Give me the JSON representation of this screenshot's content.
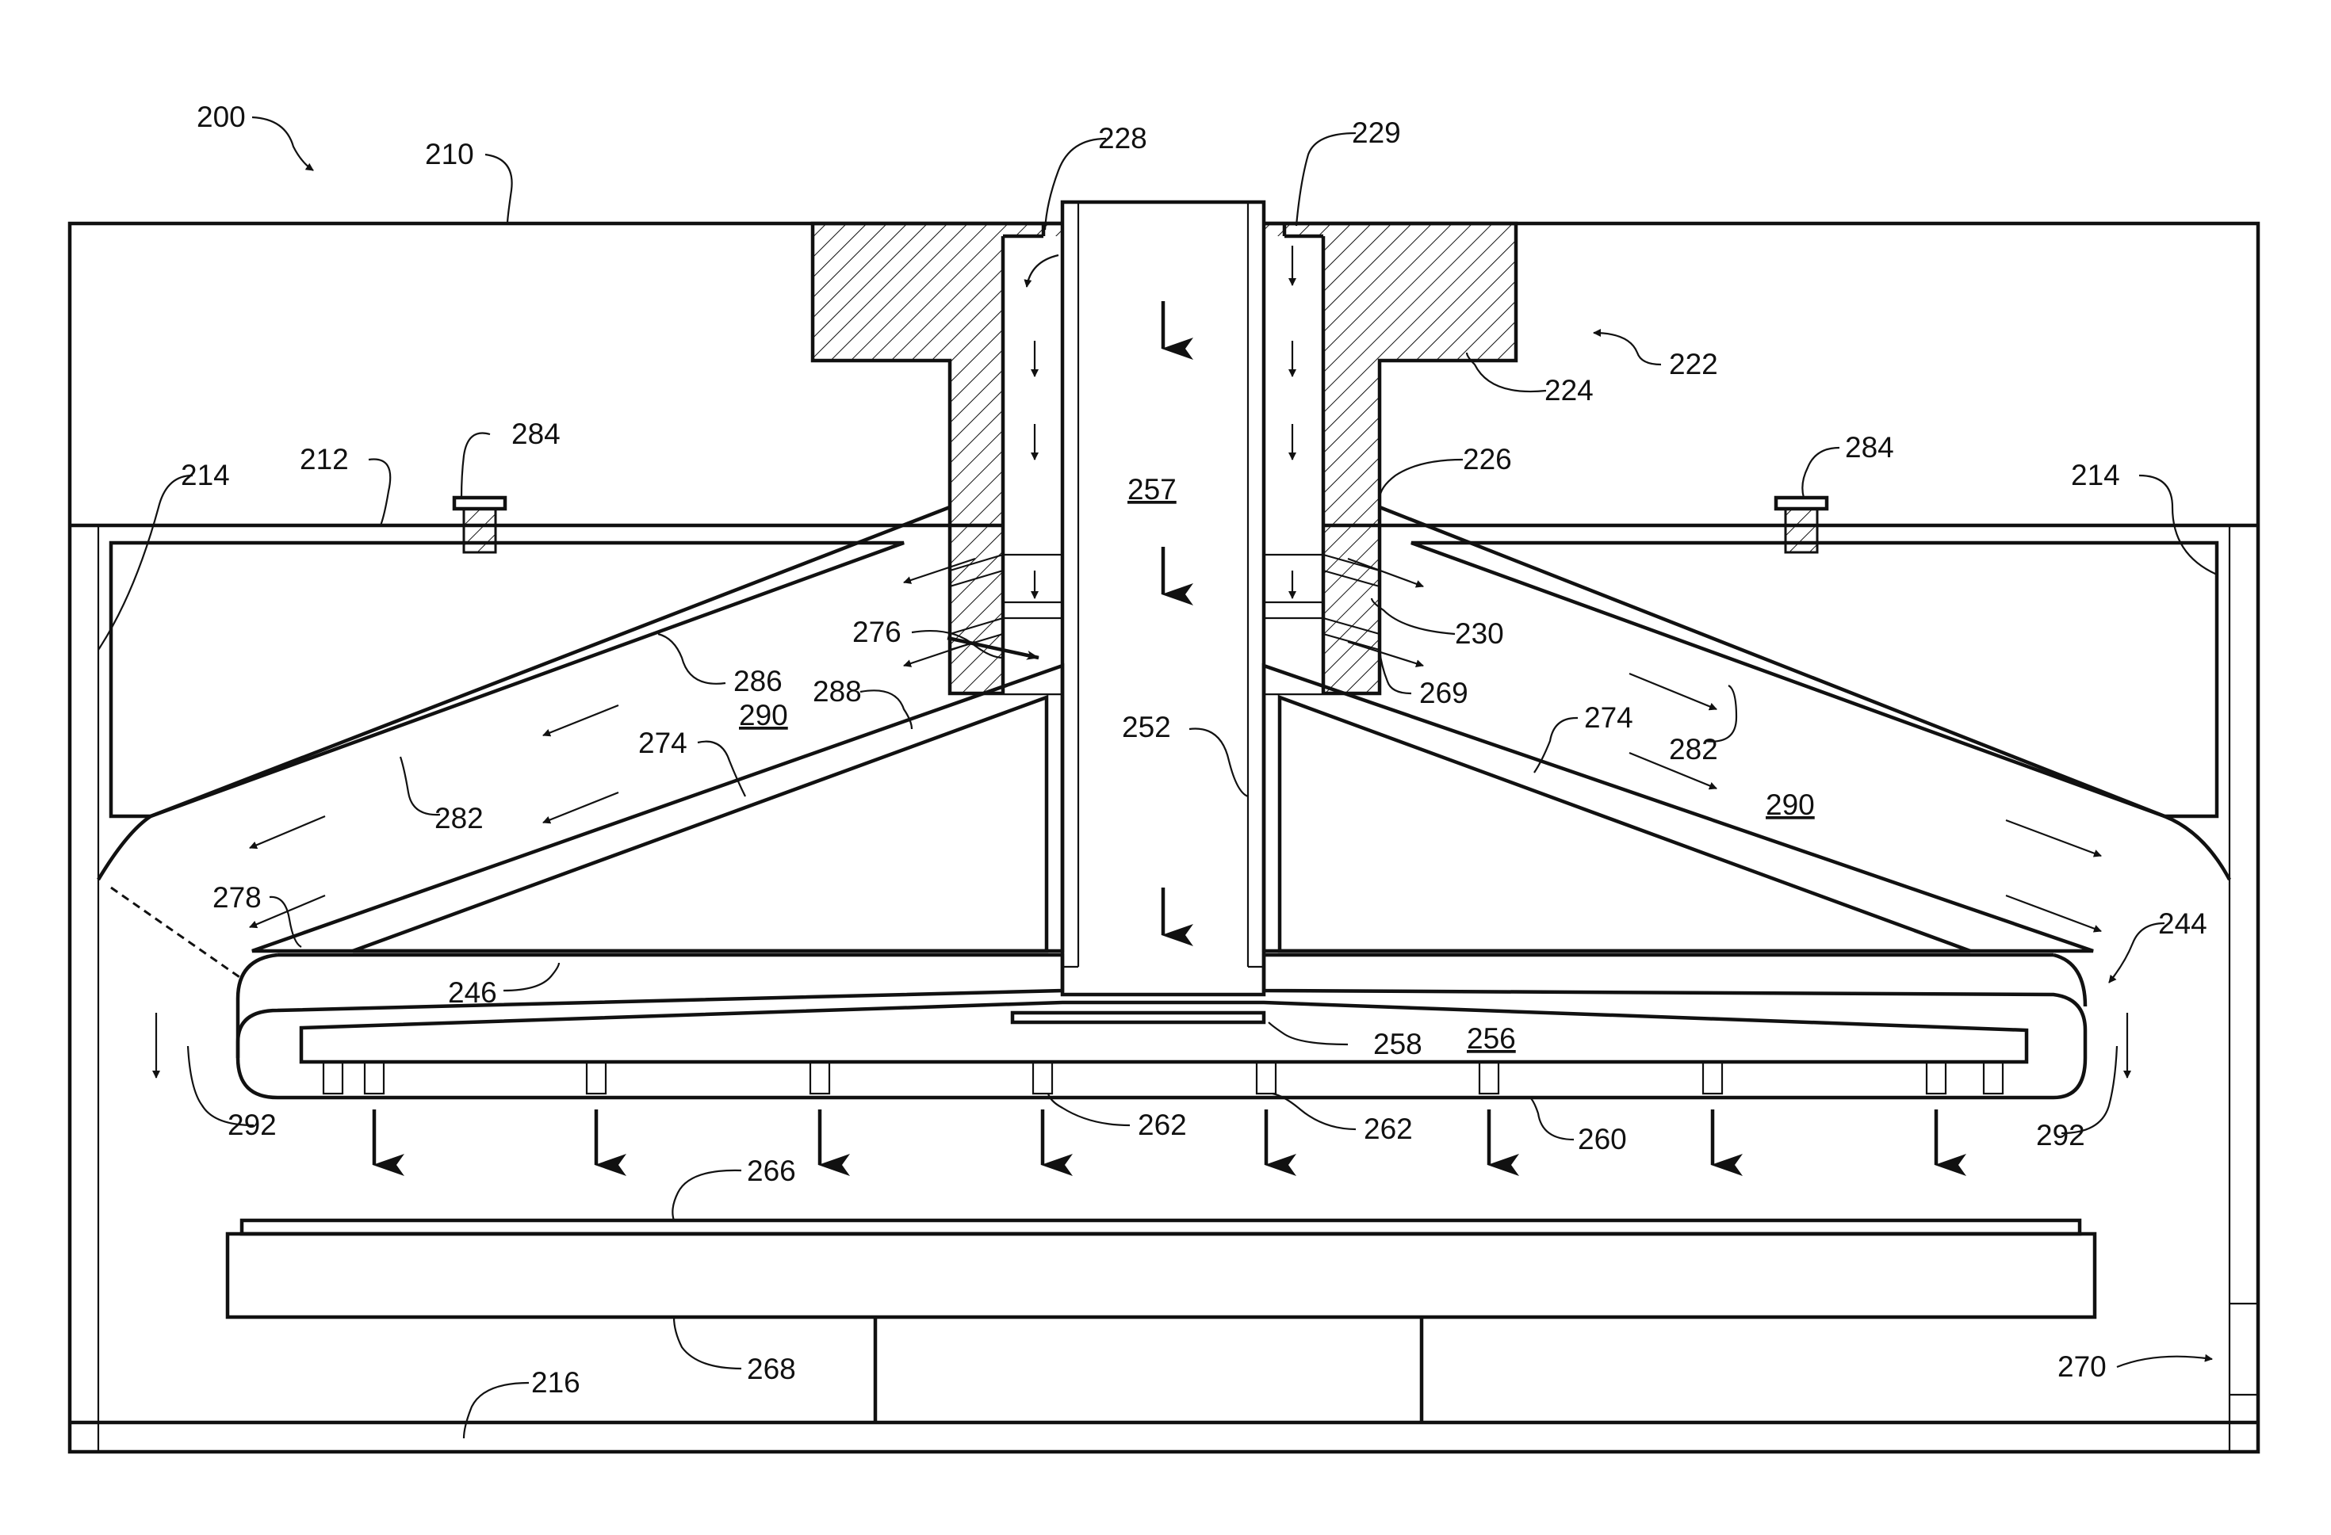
{
  "figure_labels": {
    "l200": "200",
    "l210": "210",
    "l212": "212",
    "l214a": "214",
    "l214b": "214",
    "l216": "216",
    "l222": "222",
    "l224": "224",
    "l226": "226",
    "l228": "228",
    "l229": "229",
    "l230": "230",
    "l244": "244",
    "l246": "246",
    "l252": "252",
    "l256": "256",
    "l257": "257",
    "l258": "258",
    "l260": "260",
    "l262a": "262",
    "l262b": "262",
    "l266": "266",
    "l268": "268",
    "l269": "269",
    "l270": "270",
    "l274a": "274",
    "l274b": "274",
    "l276": "276",
    "l278": "278",
    "l282a": "282",
    "l282b": "282",
    "l284a": "284",
    "l284b": "284",
    "l286": "286",
    "l288": "288",
    "l290a": "290",
    "l290b": "290",
    "l292a": "292",
    "l292b": "292"
  },
  "colors": {
    "line": "#111111",
    "background": "#ffffff"
  }
}
